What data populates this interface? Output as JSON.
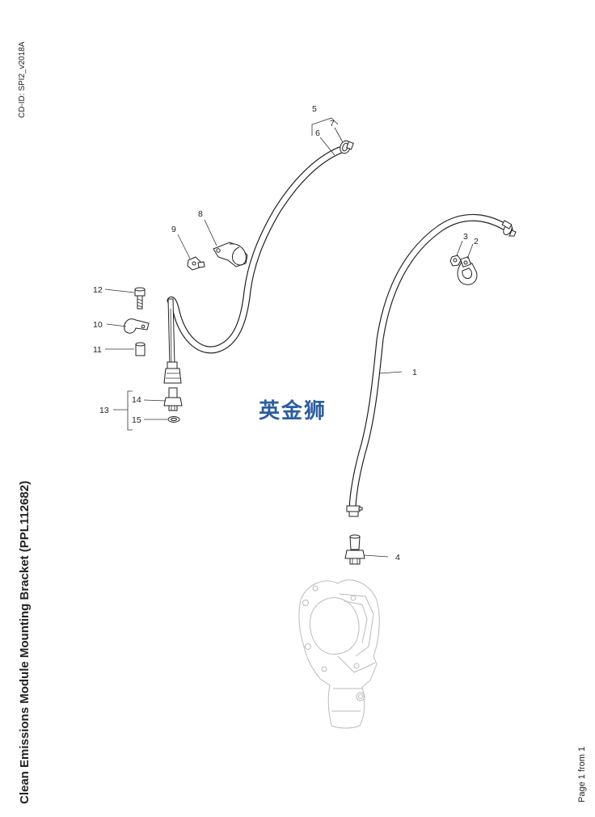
{
  "document": {
    "cd_id": "CD-ID: SPI2_v2018A",
    "title": "Clean Emissions Module Mounting Bracket (PPL112682)",
    "page_info": "Page 1 from 1",
    "watermark": "英金狮"
  },
  "callouts": [
    {
      "id": "callout-1",
      "label": "1"
    },
    {
      "id": "callout-2",
      "label": "2"
    },
    {
      "id": "callout-3",
      "label": "3"
    },
    {
      "id": "callout-4",
      "label": "4"
    },
    {
      "id": "callout-5",
      "label": "5"
    },
    {
      "id": "callout-6",
      "label": "6"
    },
    {
      "id": "callout-7",
      "label": "7"
    },
    {
      "id": "callout-8",
      "label": "8"
    },
    {
      "id": "callout-9",
      "label": "9"
    },
    {
      "id": "callout-10",
      "label": "10"
    },
    {
      "id": "callout-11",
      "label": "11"
    },
    {
      "id": "callout-12",
      "label": "12"
    },
    {
      "id": "callout-13",
      "label": "13"
    },
    {
      "id": "callout-14",
      "label": "14"
    },
    {
      "id": "callout-15",
      "label": "15"
    }
  ]
}
